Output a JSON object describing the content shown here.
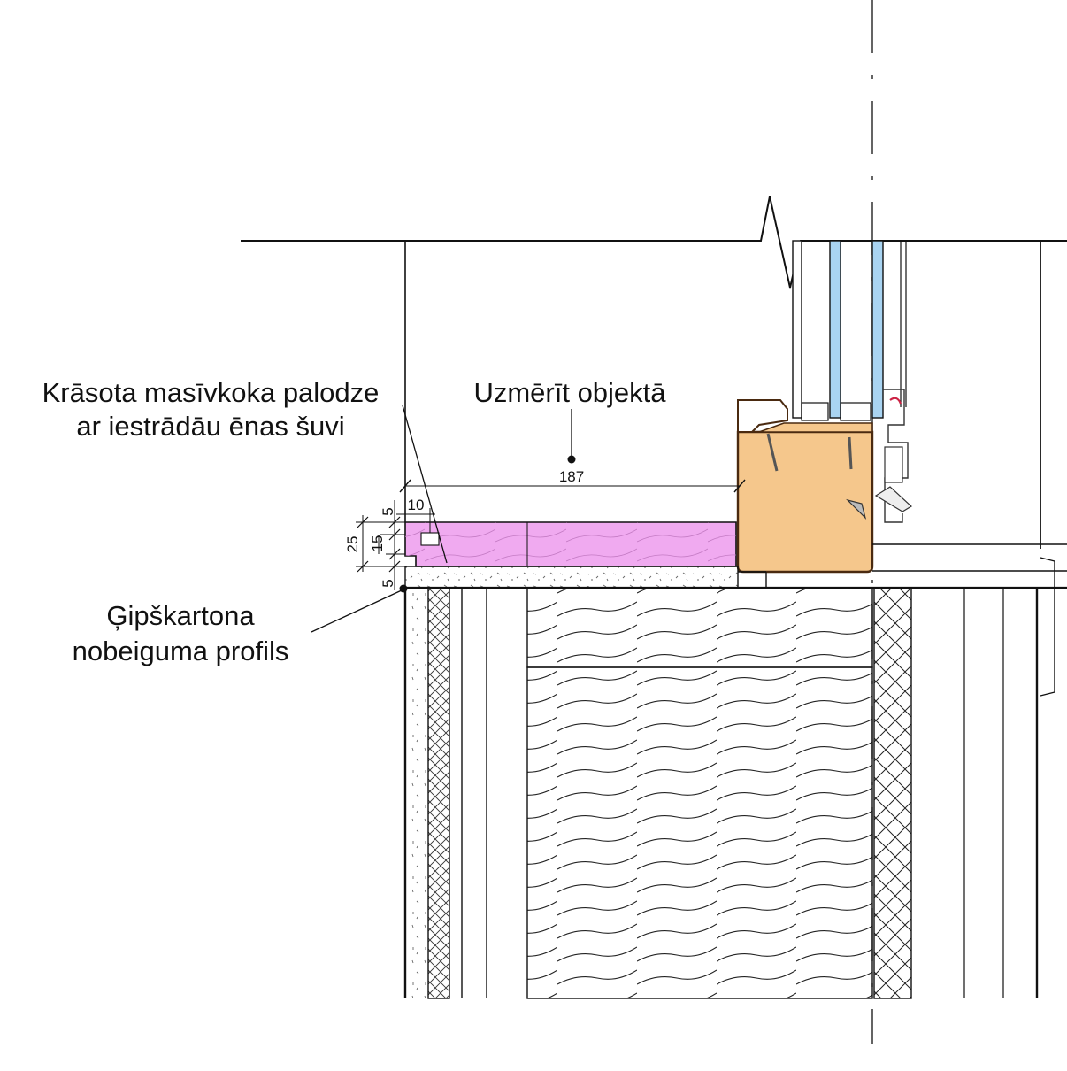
{
  "labels": {
    "sill_line1": "Krāsota masīvkoka palodze",
    "sill_line2": "ar iestrādāu ēnas šuvi",
    "measure": "Uzmērīt objektā",
    "profile_line1": "Ģipškartona",
    "profile_line2": "nobeiguma profils"
  },
  "dimensions": {
    "width_187": "187",
    "d10": "10",
    "d5_top": "5",
    "d25": "25",
    "d15": "15",
    "d5_bottom": "5"
  },
  "colors": {
    "sill": "#f0aaf0",
    "frame": "#f5c78c",
    "glass": "#a9d4f2",
    "line": "#111111",
    "seal": "#cc2244"
  }
}
